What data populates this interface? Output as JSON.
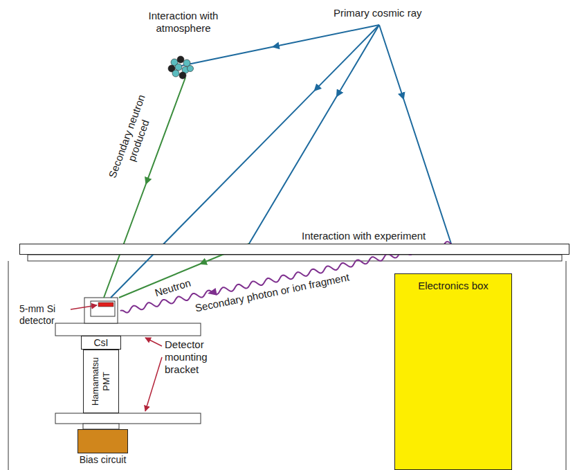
{
  "diagram": {
    "nodes": [
      {
        "text": [
          "Interaction with experiment"
        ]
      },
      {
        "text": [
          "Electronics box"
        ]
      },
      {
        "text": [
          "CsI"
        ]
      },
      {
        "text": [
          "Hamamatsu PMT"
        ]
      },
      {
        "text": [
          "Bias circuit"
        ]
      }
    ],
    "labels": [
      "Primary cosmic ray",
      "Interaction with atmosphere",
      "Secondary neutron produced",
      "Neutron",
      "Secondary photon or ion fragment",
      "5-mm Si detector",
      "Detector mounting bracket"
    ]
  }
}
